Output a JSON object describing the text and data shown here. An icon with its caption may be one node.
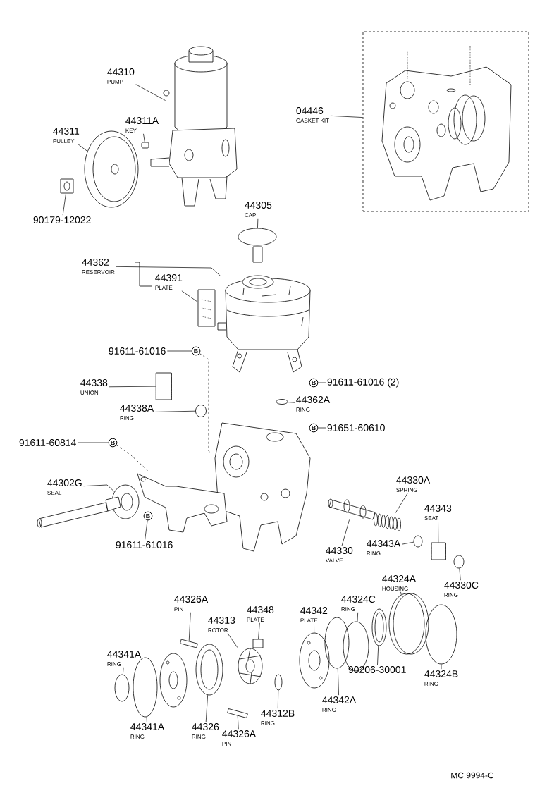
{
  "diagram": {
    "nodes": [
      {
        "text": [
          "44310",
          "PUMP"
        ]
      },
      {
        "text": [],
        "shape": "picture"
      },
      {
        "text": [
          "44311",
          "PULLEY"
        ]
      },
      {
        "text": [],
        "shape": "circle"
      },
      {
        "text": [
          "44311A",
          "KEY"
        ]
      },
      {
        "text": [],
        "shape": "box"
      },
      {
        "text": [
          "90179-12022"
        ]
      },
      {
        "text": [],
        "shape": "box"
      },
      {
        "text": [
          "04446",
          "GASKET KIT"
        ]
      },
      {
        "text": [],
        "shape": "box"
      },
      {
        "text": [
          "44305",
          "CAP"
        ]
      },
      {
        "text": [],
        "shape": "circle"
      },
      {
        "text": [
          "44362",
          "RESERVOIR"
        ]
      },
      {
        "text": [],
        "shape": "picture"
      },
      {
        "text": [
          "44391",
          "PLATE"
        ]
      },
      {
        "text": [],
        "shape": "box"
      },
      {
        "text": [
          "91611-61016"
        ]
      },
      {
        "text": [
          "B"
        ]
      },
      {
        "text": [],
        "shape": "picture"
      },
      {
        "text": [
          "44338",
          "UNION"
        ]
      },
      {
        "text": [],
        "shape": "cylinder"
      },
      {
        "text": [
          "44338A",
          "RING"
        ]
      },
      {
        "text": [],
        "shape": "circle"
      },
      {
        "text": [
          "B"
        ]
      },
      {
        "text": [
          "91611-61016 (2)"
        ]
      },
      {
        "text": [
          "44362A",
          "RING"
        ]
      },
      {
        "text": [],
        "shape": "circle"
      },
      {
        "text": [
          "B"
        ]
      },
      {
        "text": [
          "91651-60610"
        ]
      },
      {
        "text": [
          "91611-60814"
        ]
      },
      {
        "text": [
          "B"
        ]
      },
      {
        "text": [],
        "shape": "picture"
      },
      {
        "text": [
          "44302G",
          "SEAL"
        ]
      },
      {
        "text": [],
        "shape": "circle"
      },
      {
        "text": [
          "B"
        ]
      },
      {
        "text": [
          "44330A",
          "SPRING"
        ]
      },
      {
        "text": [],
        "shape": "picture"
      },
      {
        "text": [
          "44343",
          "SEAT"
        ]
      },
      {
        "text": [],
        "shape": "cylinder"
      },
      {
        "text": [
          "44330",
          "VALVE"
        ]
      },
      {
        "text": [],
        "shape": "picture"
      },
      {
        "text": [
          "44343A",
          "RING"
        ]
      },
      {
        "text": [],
        "shape": "circle"
      },
      {
        "text": [
          "44330C",
          "RING"
        ]
      },
      {
        "text": [],
        "shape": "circle"
      },
      {
        "text": [
          "44326A",
          "PIN"
        ]
      },
      {
        "text": [],
        "shape": "box"
      },
      {
        "text": [
          "44348",
          "PLATE"
        ]
      },
      {
        "text": [],
        "shape": "box"
      },
      {
        "text": [
          "44313",
          "ROTOR"
        ]
      },
      {
        "text": [],
        "shape": "picture"
      },
      {
        "text": [
          "44342",
          "PLATE"
        ]
      },
      {
        "text": [],
        "shape": "circle"
      },
      {
        "text": [
          "44324C",
          "RING"
        ]
      },
      {
        "text": [],
        "shape": "circle"
      },
      {
        "text": [
          "44324A",
          "HOUSING"
        ]
      },
      {
        "text": [],
        "shape": "circle"
      },
      {
        "text": [
          "44341A",
          "RING"
        ]
      },
      {
        "text": [],
        "shape": "circle"
      },
      {
        "text": [
          "44324B",
          "RING"
        ]
      },
      {
        "text": [],
        "shape": "circle"
      },
      {
        "text": [
          "90206-30001"
        ]
      },
      {
        "text": [],
        "shape": "circle"
      },
      {
        "text": [
          "44342A",
          "RING"
        ]
      },
      {
        "text": [],
        "shape": "circle"
      },
      {
        "text": [
          "44312B",
          "RING"
        ]
      },
      {
        "text": [],
        "shape": "circle"
      },
      {
        "text": [
          "44326",
          "RING"
        ]
      },
      {
        "text": [],
        "shape": "circle"
      },
      {
        "text": [
          "44341A",
          "RING"
        ]
      },
      {
        "text": [],
        "shape": "circle"
      },
      {
        "text": [
          "44326A",
          "PIN"
        ]
      },
      {
        "text": [],
        "shape": "box"
      },
      {
        "text": [
          "91611-61016"
        ]
      }
    ],
    "edges": [
      {
        "from": 0,
        "to": 1,
        "arrow": "none"
      },
      {
        "from": 2,
        "to": 3,
        "arrow": "none"
      },
      {
        "from": 4,
        "to": 5,
        "arrow": "none"
      },
      {
        "from": 6,
        "to": 7,
        "arrow": "none"
      },
      {
        "from": 8,
        "to": 9,
        "arrow": "none"
      },
      {
        "from": 10,
        "to": 11,
        "arrow": "none"
      },
      {
        "from": 12,
        "to": 13,
        "arrow": "none"
      },
      {
        "from": 14,
        "to": 15,
        "arrow": "none"
      },
      {
        "from": 16,
        "to": 17,
        "arrow": "none"
      },
      {
        "from": 17,
        "to": 18,
        "arrow": "none",
        "style": "dashed"
      },
      {
        "from": 19,
        "to": 20,
        "arrow": "none"
      },
      {
        "from": 21,
        "to": 22,
        "arrow": "none"
      },
      {
        "from": 23,
        "to": 24,
        "arrow": "none"
      },
      {
        "from": 25,
        "to": 26,
        "arrow": "none"
      },
      {
        "from": 27,
        "to": 28,
        "arrow": "none"
      },
      {
        "from": 29,
        "to": 30,
        "arrow": "none"
      },
      {
        "from": 30,
        "to": 31,
        "arrow": "none",
        "style": "dashed"
      },
      {
        "from": 32,
        "to": 33,
        "arrow": "none"
      },
      {
        "from": 35,
        "to": 36,
        "arrow": "none"
      },
      {
        "from": 37,
        "to": 38,
        "arrow": "none"
      },
      {
        "from": 39,
        "to": 40,
        "arrow": "none"
      },
      {
        "from": 41,
        "to": 42,
        "arrow": "none"
      },
      {
        "from": 43,
        "to": 44,
        "arrow": "none"
      },
      {
        "from": 45,
        "to": 46,
        "arrow": "none"
      },
      {
        "from": 47,
        "to": 48,
        "arrow": "none"
      },
      {
        "from": 49,
        "to": 50,
        "arrow": "none"
      },
      {
        "from": 51,
        "to": 52,
        "arrow": "none"
      },
      {
        "from": 53,
        "to": 54,
        "arrow": "none"
      },
      {
        "from": 55,
        "to": 56,
        "arrow": "none"
      },
      {
        "from": 57,
        "to": 58,
        "arrow": "none"
      },
      {
        "from": 59,
        "to": 60,
        "arrow": "none"
      },
      {
        "from": 61,
        "to": 62,
        "arrow": "none"
      },
      {
        "from": 63,
        "to": 64,
        "arrow": "none"
      },
      {
        "from": 65,
        "to": 66,
        "arrow": "none"
      },
      {
        "from": 67,
        "to": 68,
        "arrow": "none"
      },
      {
        "from": 69,
        "to": 70,
        "arrow": "none"
      },
      {
        "from": 71,
        "to": 72,
        "arrow": "none"
      },
      {
        "from": 73,
        "to": 34,
        "arrow": "none"
      }
    ],
    "labels": [
      "MC 9994-C"
    ]
  }
}
